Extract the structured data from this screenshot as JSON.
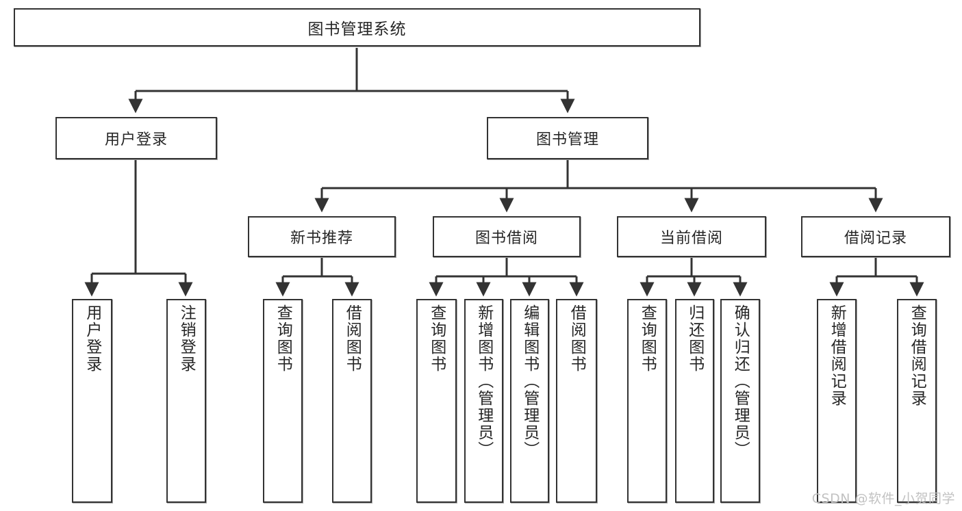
{
  "diagram": {
    "type": "tree",
    "orientation": "top-down",
    "root": {
      "id": "root",
      "label": "图书管理系统"
    },
    "level2": [
      {
        "id": "user-login",
        "label": "用户登录"
      },
      {
        "id": "book-manage",
        "label": "图书管理"
      }
    ],
    "level3": [
      {
        "id": "new-book-rec",
        "label": "新书推荐",
        "parent": "book-manage"
      },
      {
        "id": "book-borrow",
        "label": "图书借阅",
        "parent": "book-manage"
      },
      {
        "id": "current-borrow",
        "label": "当前借阅",
        "parent": "book-manage"
      },
      {
        "id": "borrow-record",
        "label": "借阅记录",
        "parent": "book-manage"
      }
    ],
    "leaves": [
      {
        "id": "leaf-user-login",
        "label": "用户登录",
        "parent": "user-login"
      },
      {
        "id": "leaf-user-logout",
        "label": "注销登录",
        "parent": "user-login"
      },
      {
        "id": "leaf-rec-query",
        "label": "查询图书",
        "parent": "new-book-rec"
      },
      {
        "id": "leaf-rec-borrow",
        "label": "借阅图书",
        "parent": "new-book-rec"
      },
      {
        "id": "leaf-borrow-query",
        "label": "查询图书",
        "parent": "book-borrow"
      },
      {
        "id": "leaf-borrow-add",
        "label": "新增图书（管理员）",
        "parent": "book-borrow"
      },
      {
        "id": "leaf-borrow-edit",
        "label": "编辑图书（管理员）",
        "parent": "book-borrow"
      },
      {
        "id": "leaf-borrow-lend",
        "label": "借阅图书",
        "parent": "book-borrow"
      },
      {
        "id": "leaf-current-query",
        "label": "查询图书",
        "parent": "current-borrow"
      },
      {
        "id": "leaf-current-return",
        "label": "归还图书",
        "parent": "current-borrow"
      },
      {
        "id": "leaf-current-confirm",
        "label": "确认归还（管理员）",
        "parent": "current-borrow"
      },
      {
        "id": "leaf-record-add",
        "label": "新增借阅记录",
        "parent": "borrow-record"
      },
      {
        "id": "leaf-record-query",
        "label": "查询借阅记录",
        "parent": "borrow-record"
      }
    ],
    "colors": {
      "box_border": "#333333",
      "box_fill": "#ffffff",
      "edge": "#333333",
      "text": "#262626",
      "watermark": "#c2c2c2"
    }
  },
  "watermark": {
    "text": "CSDN @软件_小贺同学"
  }
}
